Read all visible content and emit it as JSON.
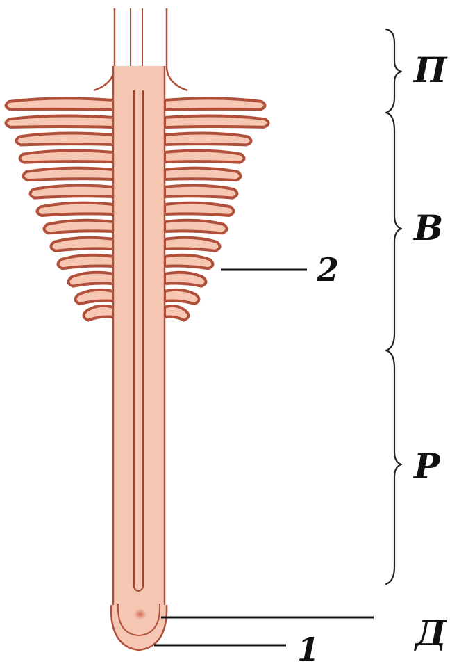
{
  "zones": [
    {
      "id": "P",
      "label": "П"
    },
    {
      "id": "V",
      "label": "В"
    },
    {
      "id": "R",
      "label": "Р"
    },
    {
      "id": "D",
      "label": "Д"
    }
  ],
  "callouts": [
    {
      "id": "1",
      "label": "1"
    },
    {
      "id": "2",
      "label": "2"
    }
  ],
  "colors": {
    "tissue_fill": "#f6c8b4",
    "outline": "#b0503a",
    "inner_line": "#a24530",
    "ink": "#111111"
  }
}
